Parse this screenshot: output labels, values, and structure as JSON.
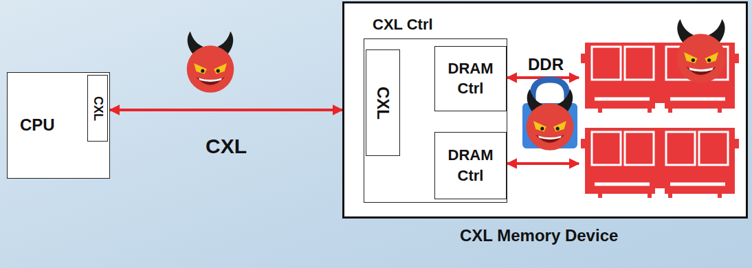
{
  "diagram": {
    "nodes": [
      {
        "text": [
          "CPU"
        ]
      },
      {
        "text": [
          "CXL"
        ],
        "in": 0
      },
      {
        "text": [
          "CXL Memory Device"
        ]
      },
      {
        "text": [
          "CXL Ctrl"
        ],
        "in": 2
      },
      {
        "text": [
          "CXL"
        ],
        "in": 3
      },
      {
        "text": [
          "DRAM Ctrl"
        ],
        "in": 3
      },
      {
        "text": [
          "DRAM Ctrl"
        ],
        "in": 3
      }
    ],
    "edges": [
      {
        "from": 0,
        "to": 2,
        "arrow": "both",
        "label": "CXL"
      }
    ],
    "labels": [
      "DDR"
    ]
  }
}
